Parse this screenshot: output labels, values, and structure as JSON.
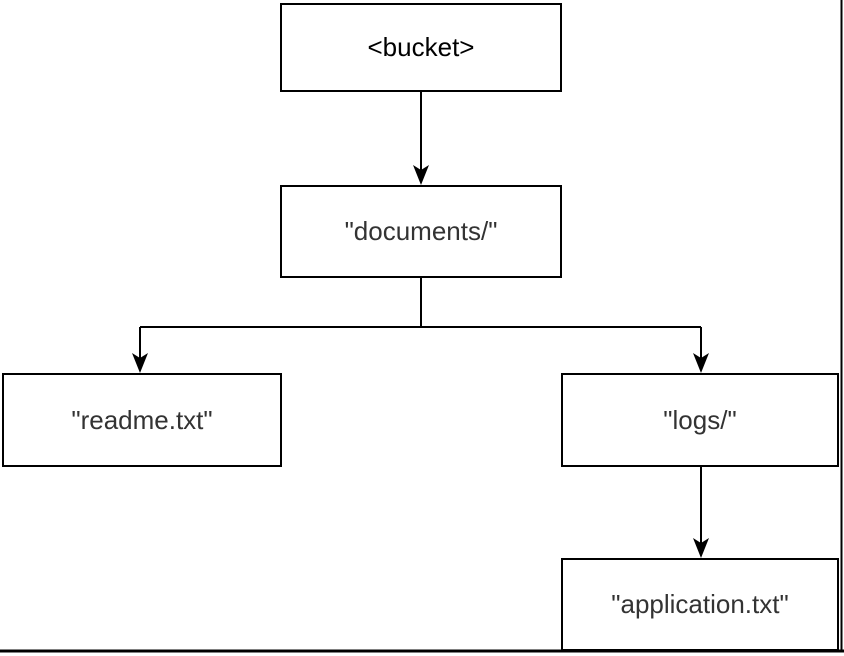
{
  "diagram": {
    "type": "tree",
    "nodes": [
      {
        "id": "bucket",
        "label": "<bucket>",
        "level": 0
      },
      {
        "id": "documents",
        "label": "\"documents/\"",
        "level": 1
      },
      {
        "id": "readme",
        "label": "\"readme.txt\"",
        "level": 2
      },
      {
        "id": "logs",
        "label": "\"logs/\"",
        "level": 2
      },
      {
        "id": "application",
        "label": "\"application.txt\"",
        "level": 3
      }
    ],
    "edges": [
      {
        "from": "bucket",
        "to": "documents"
      },
      {
        "from": "documents",
        "to": "readme"
      },
      {
        "from": "documents",
        "to": "logs"
      },
      {
        "from": "logs",
        "to": "application"
      }
    ],
    "colors": {
      "box_border": "#000000",
      "box_fill": "#ffffff",
      "line": "#000000",
      "text": "#333333",
      "root_text": "#000000"
    }
  }
}
